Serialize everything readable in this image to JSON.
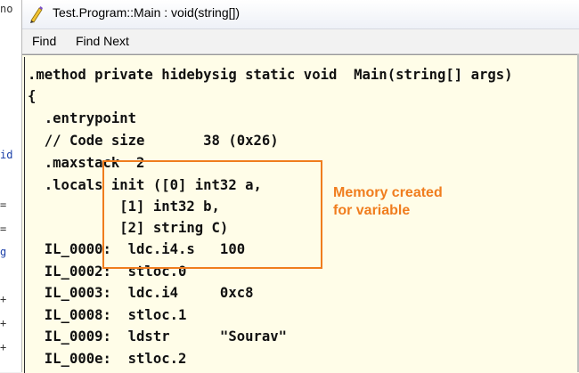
{
  "left_panel": {
    "fragments": [
      "no",
      "id",
      "=",
      "=",
      "g",
      "+",
      "+",
      "+"
    ]
  },
  "window": {
    "title": "Test.Program::Main : void(string[])",
    "icon": "pencil-icon"
  },
  "menu": {
    "items": [
      "Find",
      "Find Next"
    ]
  },
  "code": {
    "lines": [
      ".method private hidebysig static void  Main(string[] args)",
      "{",
      "  .entrypoint",
      "  // Code size       38 (0x26)",
      "  .maxstack  2",
      "  .locals init ([0] int32 a,",
      "           [1] int32 b,",
      "           [2] string C)",
      "  IL_0000:  ldc.i4.s   100",
      "  IL_0002:  stloc.0",
      "  IL_0003:  ldc.i4     0xc8",
      "  IL_0008:  stloc.1",
      "  IL_0009:  ldstr      \"Sourav\"",
      "  IL_000e:  stloc.2"
    ]
  },
  "annotation": {
    "line1": "Memory created",
    "line2": "for variable",
    "color": "#f07d1e"
  },
  "colors": {
    "code_background": "#fffde8",
    "accent": "#f07d1e"
  }
}
